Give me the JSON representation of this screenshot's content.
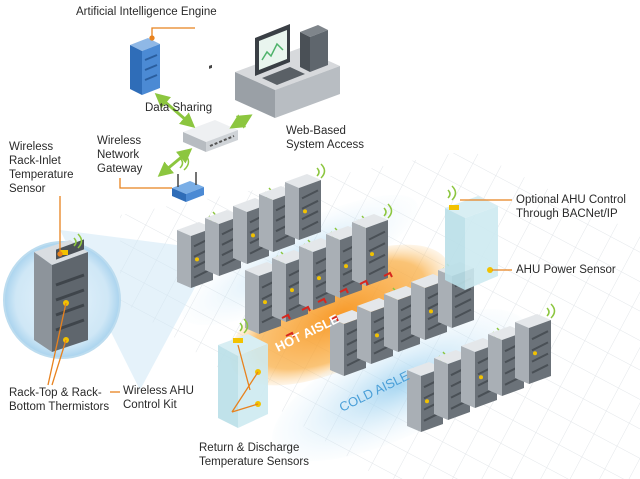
{
  "labels": {
    "ai_engine": "Artificial Intelligence Engine",
    "data_sharing": "Data Sharing",
    "web_access": "Web-Based\nSystem Access",
    "gateway": "Wireless\nNetwork\nGateway",
    "rack_inlet": "Wireless\nRack-Inlet\nTemperature\nSensor",
    "ahu_control": "Optional AHU Control\nThrough BACNet/IP",
    "ahu_power": "AHU Power Sensor",
    "thermistors": "Rack-Top & Rack-\nBottom Thermistors",
    "ahu_kit": "Wireless AHU\nControl Kit",
    "return_discharge": "Return & Discharge\nTemperature Sensors",
    "hot_aisle": "HOT AISLE",
    "cold_aisle": "COLD AISLE"
  },
  "colors": {
    "leader": "#e8821e",
    "data_arrow": "#8cc63f",
    "hot_aisle": "#f7941d",
    "cold_aisle": "#4a9fd8",
    "rack_body": "#c9cdd2",
    "sensor": "#f2c200"
  }
}
